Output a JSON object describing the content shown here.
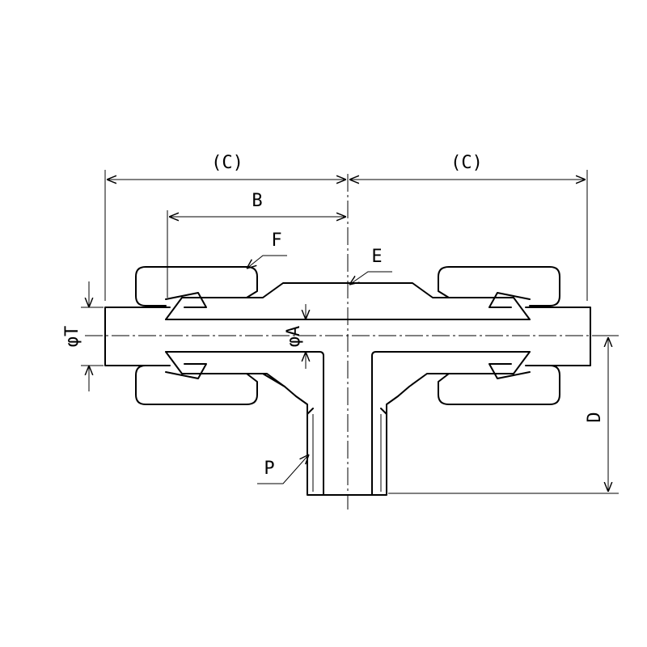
{
  "labels": {
    "c_left": "(C)",
    "c_right": "(C)",
    "b": "B",
    "f": "F",
    "e": "E",
    "phi_t": "φT",
    "phi_a": "φA",
    "d": "D",
    "p": "P"
  }
}
